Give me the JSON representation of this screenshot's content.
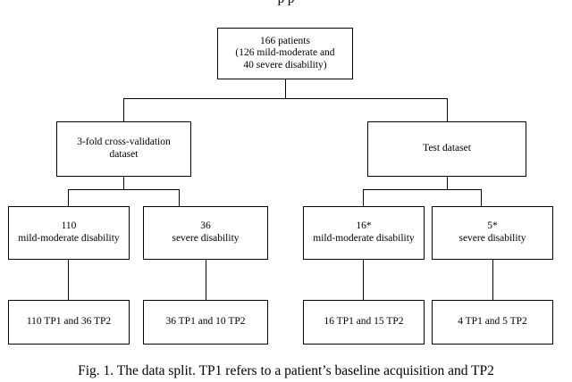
{
  "figure": {
    "top_partial_text": "p   p",
    "caption": "Fig. 1. The data split. TP1 refers to a patient’s baseline acquisition and TP2"
  },
  "nodes": {
    "root": {
      "lines": [
        "166 patients",
        "(126 mild-moderate and",
        "40 severe disability)"
      ]
    },
    "level2": [
      {
        "lines": [
          "3-fold cross-validation",
          "dataset"
        ]
      },
      {
        "lines": [
          "Test dataset"
        ]
      }
    ],
    "level3": [
      {
        "lines": [
          "110",
          "mild-moderate disability"
        ]
      },
      {
        "lines": [
          "36",
          "severe disability"
        ]
      },
      {
        "lines": [
          "16*",
          "mild-moderate disability"
        ]
      },
      {
        "lines": [
          "5*",
          "severe disability"
        ]
      }
    ],
    "level4": [
      {
        "lines": [
          "110 TP1 and 36 TP2"
        ]
      },
      {
        "lines": [
          "36 TP1 and 10 TP2"
        ]
      },
      {
        "lines": [
          "16 TP1 and 15 TP2"
        ]
      },
      {
        "lines": [
          "4 TP1 and 5 TP2"
        ]
      }
    ]
  }
}
